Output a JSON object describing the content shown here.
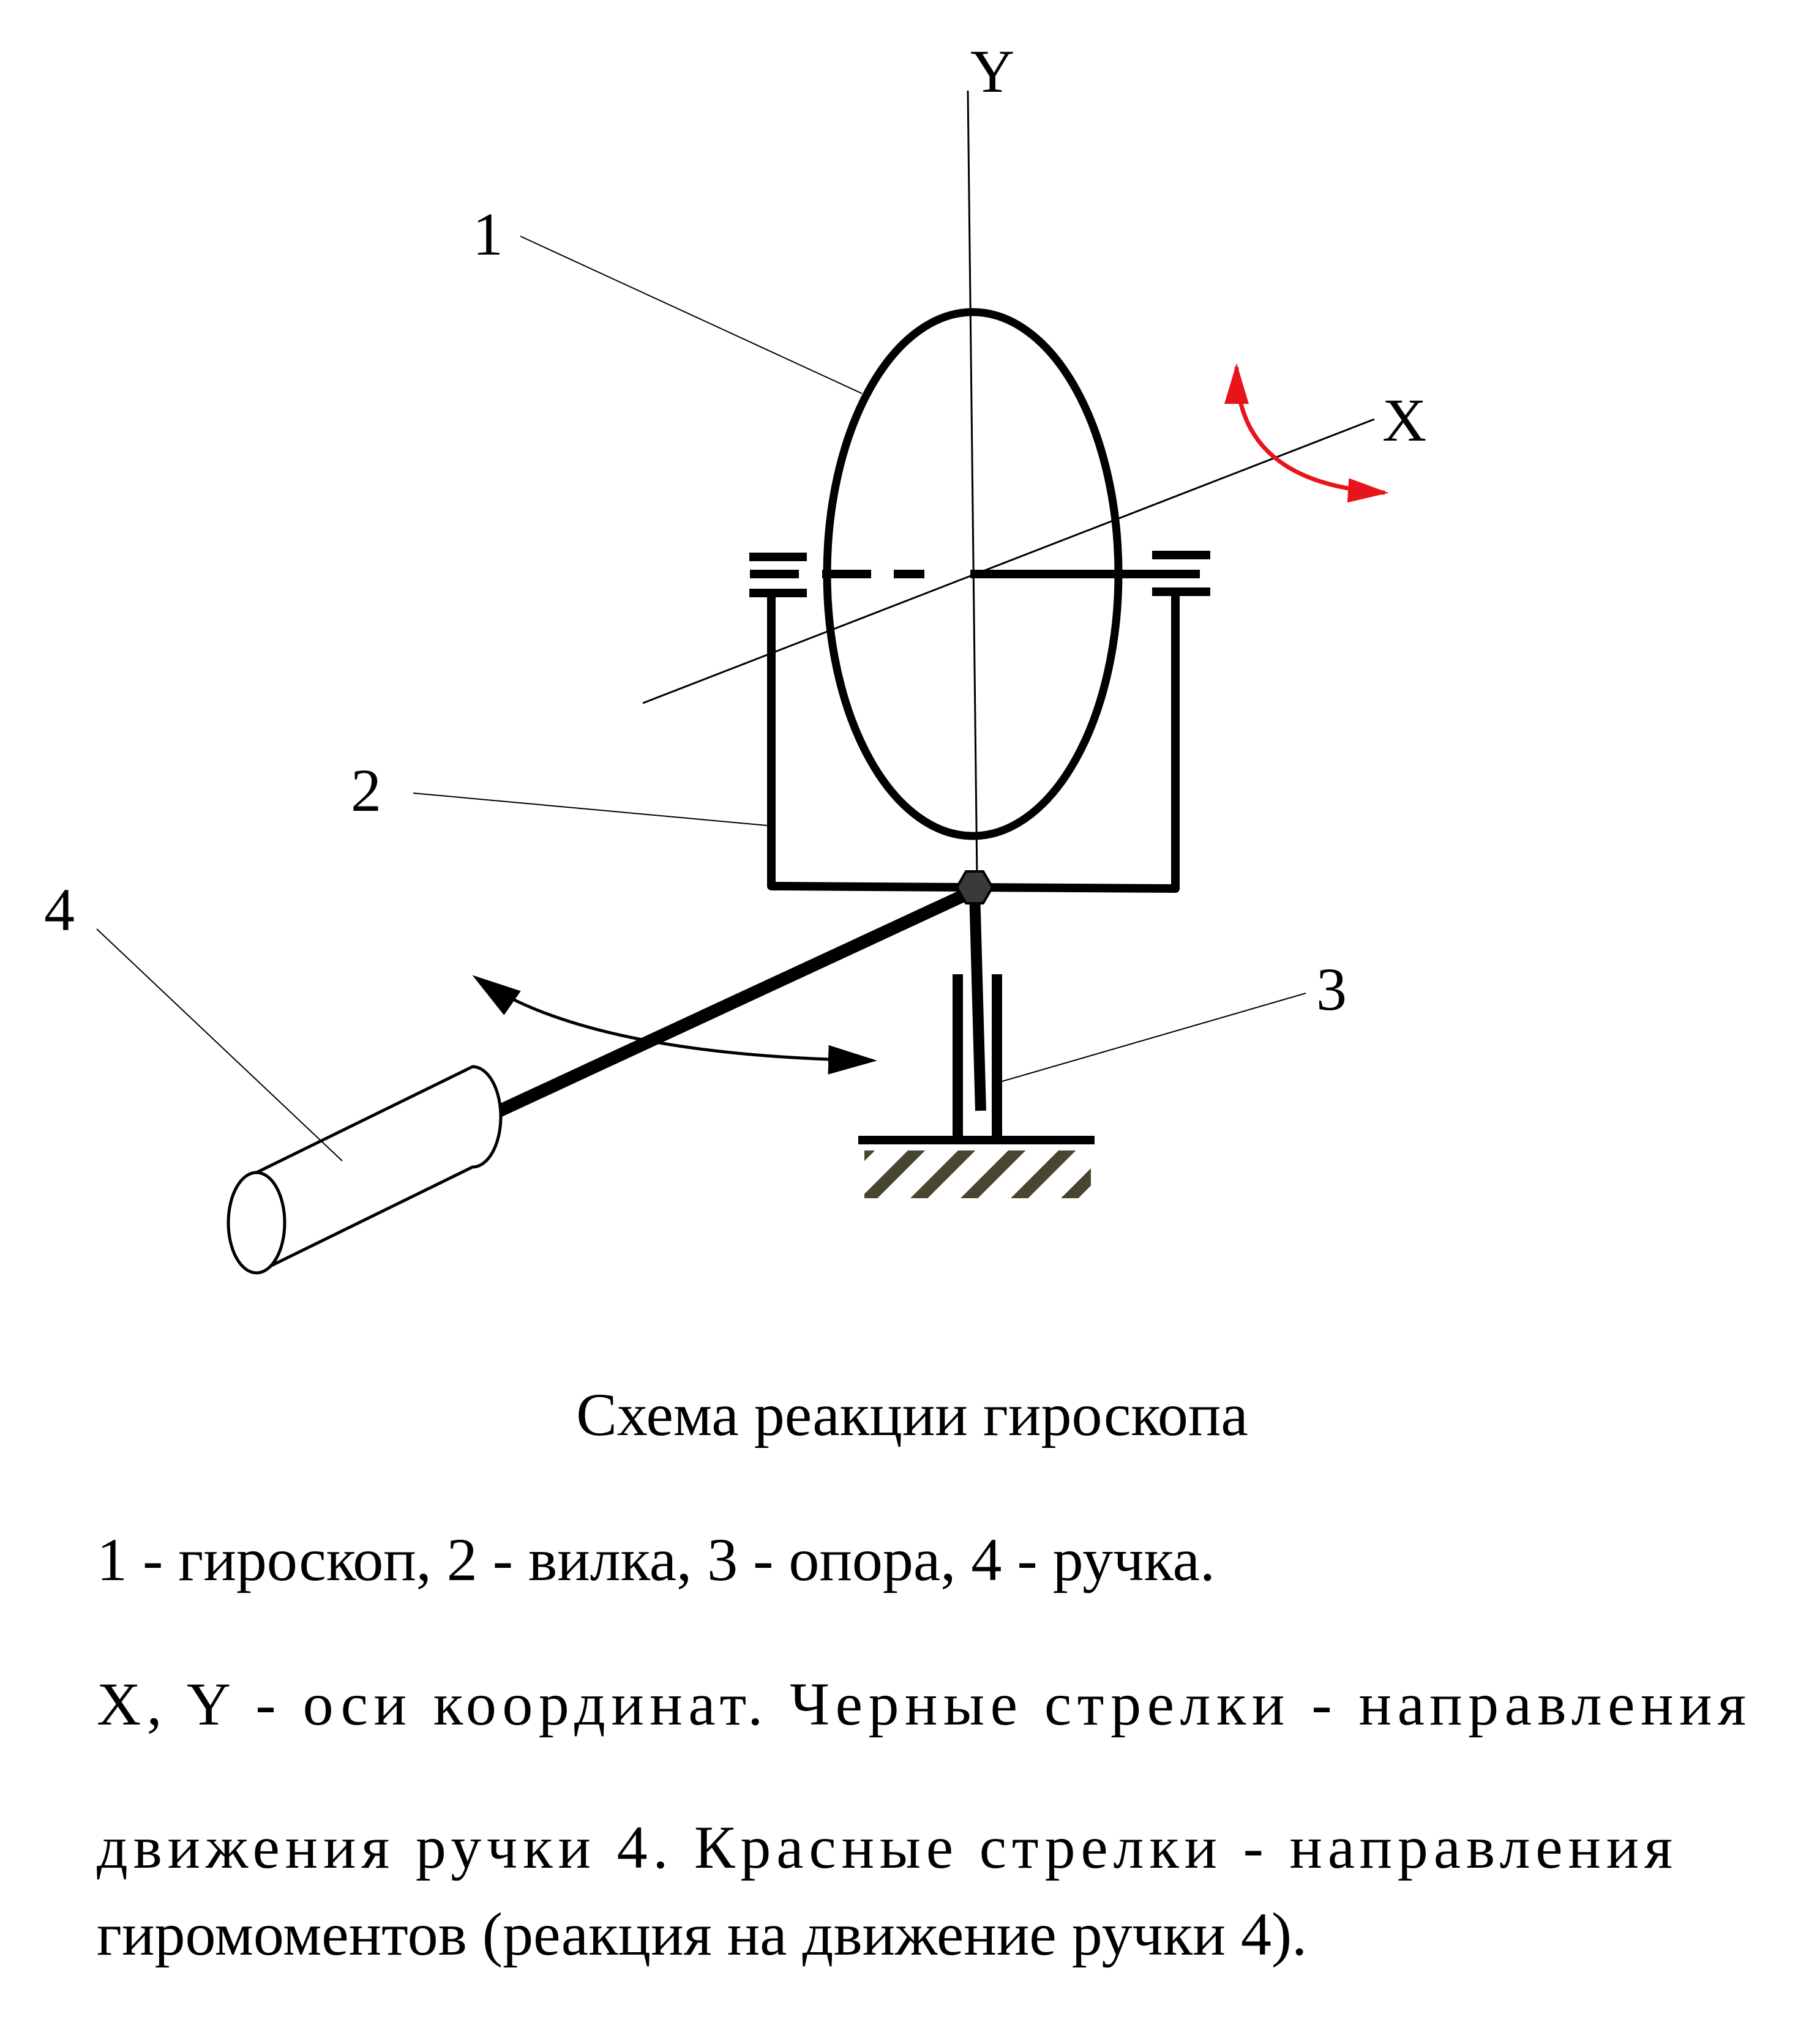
{
  "diagram": {
    "axis_labels": {
      "y": "Y",
      "x": "X"
    },
    "part_labels": {
      "p1": "1",
      "p2": "2",
      "p3": "3",
      "p4": "4"
    },
    "colors": {
      "lines": "#000000",
      "gyromoment_arrow": "#e8141b",
      "ground_hatch": "#4a4530",
      "pivot": "#3a3a3a"
    }
  },
  "caption": {
    "title": "Схема реакции гироскопа",
    "line1": "1 -  гироскоп, 2 -  вилка, 3 -  опора, 4 -  ручка.",
    "line2": "X, Y -  оси координат.  Черные стрелки -  направления",
    "line3": "движения  ручки 4. Красные стрелки -  направления",
    "line4": "гиромоментов  (реакция на движение ручки 4)."
  }
}
